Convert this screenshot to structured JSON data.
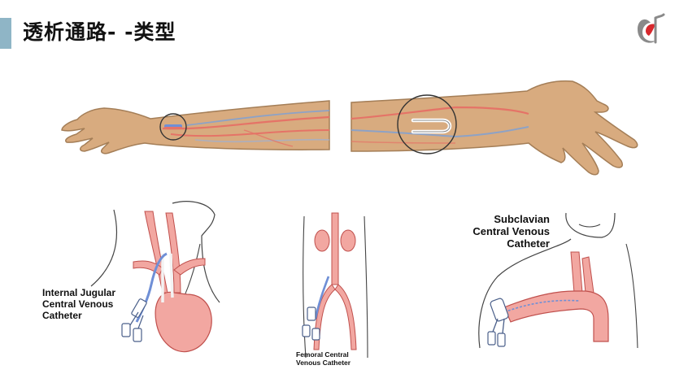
{
  "slide": {
    "title": "透析通路- -类型"
  },
  "logo": {
    "icon": "hospital-logo-icon",
    "color_red": "#d8282d",
    "color_gray": "#8a8a8a"
  },
  "illustrations": {
    "fistula_arm": "arteriovenous-fistula-arm-icon",
    "graft_arm": "arteriovenous-graft-arm-icon",
    "jugular": "internal-jugular-catheter-icon",
    "femoral": "femoral-catheter-icon",
    "subclavian": "subclavian-catheter-icon"
  },
  "labels": {
    "internal_jugular": "Internal Jugular\nCentral Venous\nCatheter",
    "femoral": "Femoral Central\nVenous Catheter",
    "subclavian": "Subclavian\nCentral Venous\nCatheter"
  },
  "colors": {
    "skin": "#d8ab7f",
    "skin_outline": "#a47e57",
    "vessel": "#eea39e",
    "vessel_outline": "#c0504d",
    "vein_blue": "#6f8fd6",
    "accent_bar": "#8fb5c6"
  }
}
